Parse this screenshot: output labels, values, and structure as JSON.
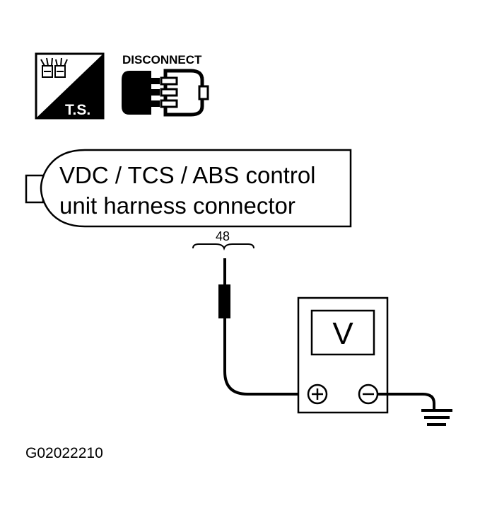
{
  "icons": {
    "troubleshoot": {
      "name": "troubleshooting-icon",
      "label": "T.S."
    },
    "disconnect": {
      "name": "disconnect-connector-icon",
      "label": "DISCONNECT"
    }
  },
  "connector": {
    "line1": "VDC / TCS / ABS control",
    "line2": "unit harness connector",
    "pin": "48"
  },
  "meter": {
    "mode": "V",
    "positive_terminal": "⊕",
    "negative_terminal": "⊖"
  },
  "ground_symbol": "ground-icon",
  "figure_code": "G02022210",
  "colors": {
    "ink": "#000000",
    "paper": "#ffffff"
  }
}
